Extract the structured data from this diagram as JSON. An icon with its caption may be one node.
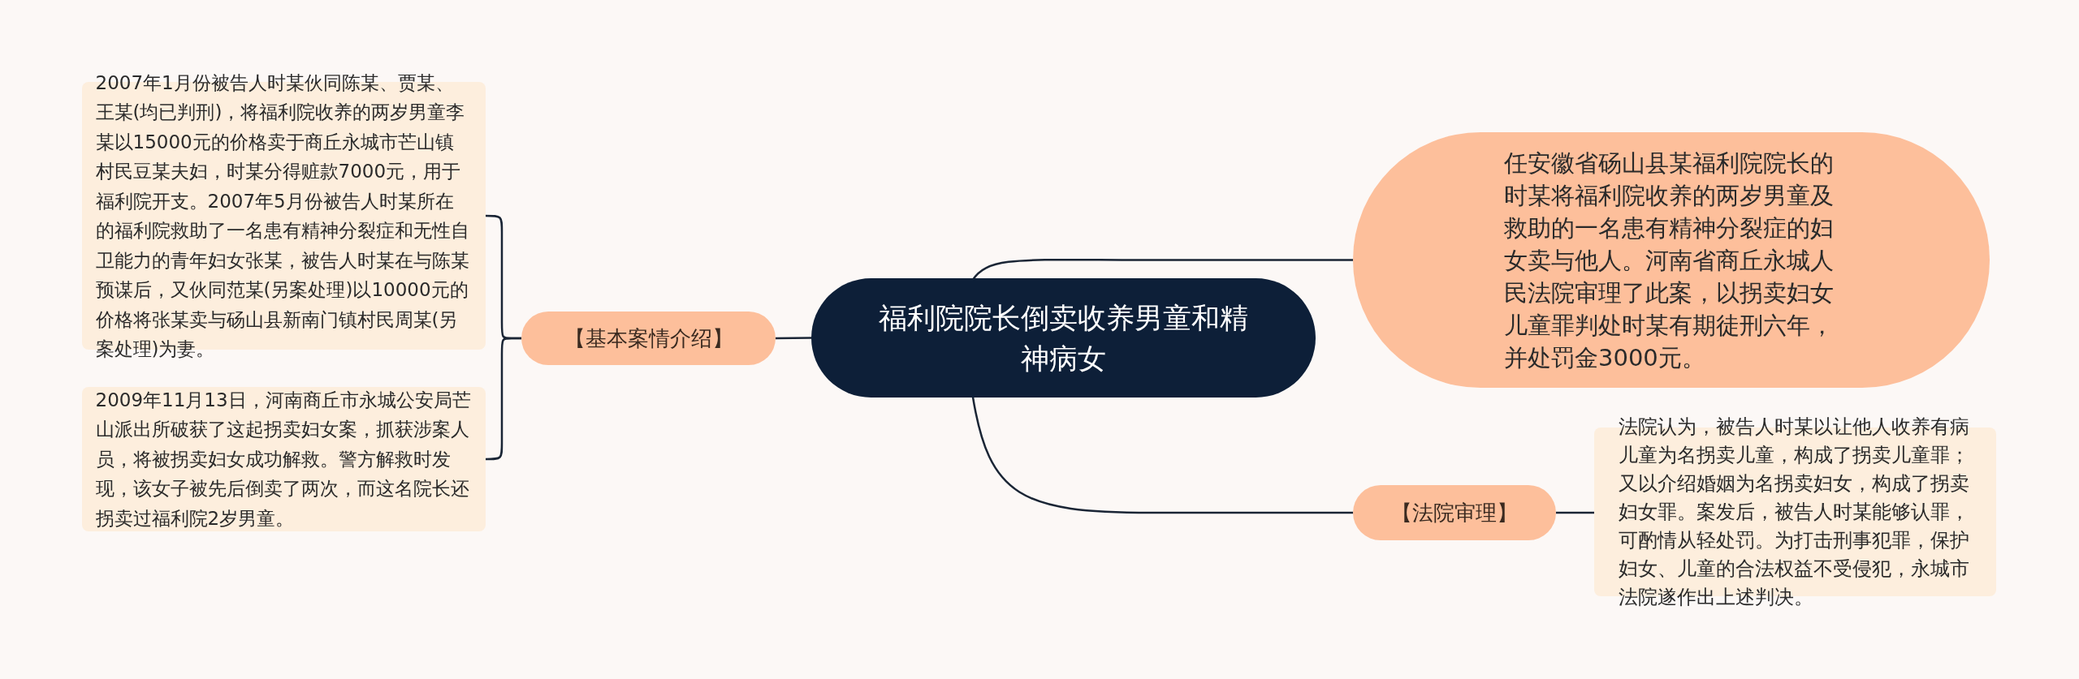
{
  "diagram": {
    "nodes": [
      {
        "text": [
          "福利院院长倒卖收养男童和精神病女"
        ]
      },
      {
        "text": [
          "【基本案情介绍】"
        ]
      },
      {
        "text": [
          "2007年1月份被告人时某伙同陈某、贾某、王某(均已判刑)，将福利院收养的两岁男童李某以15000元的价格卖于商丘永城市芒山镇村民豆某夫妇，时某分得赃款7000元，用于福利院开支。2007年5月份被告人时某所在的福利院救助了一名患有精神分裂症和无性自卫能力的青年妇女张某，被告人时某在与陈某预谋后，又伙同范某(另案处理)以10000元的价格将张某卖与砀山县新南门镇村民周某(另案处理)为妻。"
        ]
      },
      {
        "text": [
          "2009年11月13日，河南商丘市永城公安局芒山派出所破获了这起拐卖妇女案，抓获涉案人员，将被拐卖妇女成功解救。警方解救时发现，该女子被先后倒卖了两次，而这名院长还拐卖过福利院2岁男童。"
        ]
      },
      {
        "text": [
          "任安徽省砀山县某福利院院长的时某将福利院收养的两岁男童及救助的一名患有精神分裂症的妇女卖与他人。河南省商丘永城人民法院审理了此案，以拐卖妇女儿童罪判处时某有期徒刑六年，并处罚金3000元。"
        ]
      },
      {
        "text": [
          "【法院审理】"
        ]
      },
      {
        "text": [
          "法院认为，被告人时某以让他人收养有病儿童为名拐卖儿童，构成了拐卖儿童罪；又以介绍婚姻为名拐卖妇女，构成了拐卖妇女罪。案发后，被告人时某能够认罪，可酌情从轻处罚。为打击刑事犯罪，保护妇女、儿童的合法权益不受侵犯，永城市法院遂作出上述判决。"
        ]
      }
    ],
    "edges": [
      {
        "from": 0,
        "to": 1,
        "arrow": "none"
      },
      {
        "from": 1,
        "to": 2,
        "arrow": "none"
      },
      {
        "from": 1,
        "to": 3,
        "arrow": "none"
      },
      {
        "from": 0,
        "to": 4,
        "arrow": "none"
      },
      {
        "from": 0,
        "to": 5,
        "arrow": "none"
      },
      {
        "from": 5,
        "to": 6,
        "arrow": "none"
      }
    ]
  }
}
